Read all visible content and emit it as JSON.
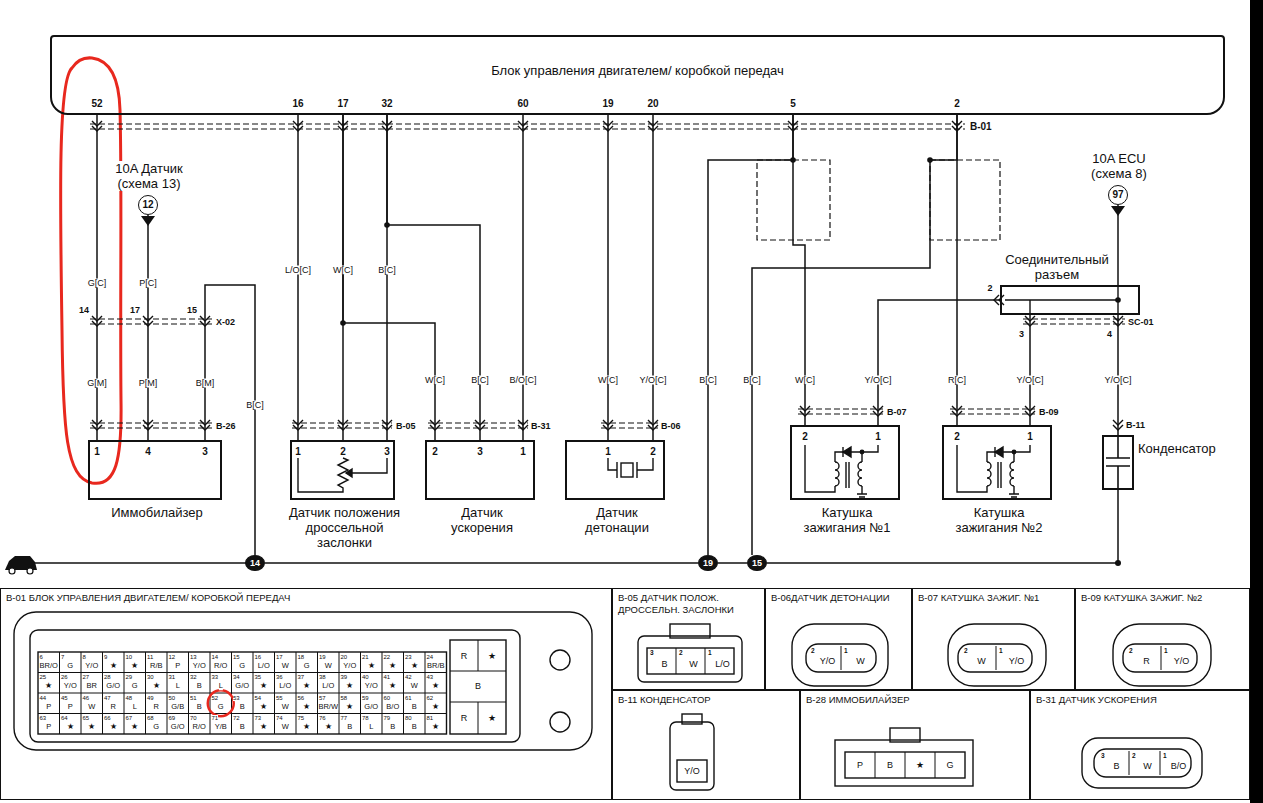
{
  "diagram": {
    "nodes": [
      {
        "text": [
          "Блок управления двигателем/ коробкой передач"
        ]
      },
      {
        "text": [
          "10A Датчик (схема 13)",
          "12"
        ]
      },
      {
        "text": [
          "Иммобилайзер"
        ]
      },
      {
        "text": [
          "Датчик положения дроссельной заслонки"
        ]
      },
      {
        "text": [
          "Датчик ускорения"
        ]
      },
      {
        "text": [
          "Датчик детонации"
        ]
      },
      {
        "text": [
          "Катушка зажигания №1"
        ]
      },
      {
        "text": [
          "Катушка зажигания №2"
        ]
      },
      {
        "text": [
          "Соединительный разъем"
        ]
      },
      {
        "text": [
          "10A ECU (схема 8)",
          "97"
        ]
      },
      {
        "text": [
          "Конденсатор"
        ]
      },
      {
        "text": [
          "14"
        ]
      },
      {
        "text": [
          "19"
        ]
      },
      {
        "text": [
          "15"
        ]
      },
      {
        "text": [
          "B-01 БЛОК УПРАВЛЕНИЯ ДВИГАТЕЛЕМ/ КОРОБКОЙ ПЕРЕДАЧ"
        ]
      },
      {
        "text": [
          "B-05 ДАТЧИК ПОЛОЖ. ДРОССЕЛЬН. ЗАСЛОНКИ"
        ]
      },
      {
        "text": [
          "B-06ДАТЧИК ДЕТОНАЦИИ"
        ]
      },
      {
        "text": [
          "B-07 КАТУШКА ЗАЖИГ. №1"
        ]
      },
      {
        "text": [
          "B-09 КАТУШКА ЗАЖИГ. №2"
        ]
      },
      {
        "text": [
          "B-11 КОНДЕНСАТОР"
        ]
      },
      {
        "text": [
          "B-28 ИММОБИЛАЙЗЕР"
        ]
      },
      {
        "text": [
          "B-31 ДАТЧИК УСКОРЕНИЯ"
        ]
      }
    ],
    "edges": [
      {
        "from": 0,
        "to": 2,
        "arrow": "none"
      },
      {
        "from": 1,
        "to": 2,
        "arrow": "none"
      },
      {
        "from": 2,
        "to": 11,
        "arrow": "none"
      },
      {
        "from": 0,
        "to": 3,
        "arrow": "none"
      },
      {
        "from": 0,
        "to": 3,
        "arrow": "none"
      },
      {
        "from": 0,
        "to": 3,
        "arrow": "none"
      },
      {
        "from": 0,
        "to": 4,
        "arrow": "none"
      },
      {
        "from": 0,
        "to": 4,
        "arrow": "none"
      },
      {
        "from": 0,
        "to": 4,
        "arrow": "none"
      },
      {
        "from": 0,
        "to": 5,
        "arrow": "none"
      },
      {
        "from": 0,
        "to": 5,
        "arrow": "none"
      },
      {
        "from": 0,
        "to": 6,
        "arrow": "none"
      },
      {
        "from": 0,
        "to": 7,
        "arrow": "none"
      },
      {
        "from": 0,
        "to": 12,
        "arrow": "none"
      },
      {
        "from": 0,
        "to": 13,
        "arrow": "none"
      },
      {
        "from": 9,
        "to": 8,
        "arrow": "none"
      },
      {
        "from": 8,
        "to": 6,
        "arrow": "none"
      },
      {
        "from": 8,
        "to": 7,
        "arrow": "none"
      },
      {
        "from": 8,
        "to": 10,
        "arrow": "none"
      },
      {
        "from": 11,
        "to": 12,
        "arrow": "none"
      },
      {
        "from": 12,
        "to": 13,
        "arrow": "none"
      },
      {
        "from": 13,
        "to": 10,
        "arrow": "none"
      }
    ],
    "labels": [
      "52",
      "16",
      "17",
      "32",
      "60",
      "19",
      "20",
      "5",
      "2",
      "B-01",
      "G[C]",
      "14",
      "G[M]",
      "P[C]",
      "17",
      "P[M]",
      "15",
      "X-02",
      "B[M]",
      "B[C]",
      "B-26",
      "1",
      "4",
      "3",
      "L/O[C]",
      "W[C]",
      "B[C]",
      "1",
      "2",
      "3",
      "B-05",
      "W[C]",
      "B[C]",
      "B/O[C]",
      "2",
      "3",
      "1",
      "B-31",
      "W[C]",
      "Y/O[C]",
      "1",
      "2",
      "B-06",
      "B[C]",
      "B[C]",
      "W[C]",
      "Y/O[C]",
      "2",
      "1",
      "B-07",
      "R[C]",
      "Y/O[C]",
      "2",
      "1",
      "B-09",
      "2",
      "3",
      "4",
      "SC-01",
      "Y/O[C]",
      "B-11",
      "3",
      "B",
      "2",
      "W",
      "1",
      "L/O",
      "2",
      "Y/O",
      "1",
      "W",
      "2",
      "W",
      "1",
      "Y/O",
      "2",
      "R",
      "1",
      "Y/O",
      "Y/O",
      "P",
      "B",
      "★",
      "G",
      "3",
      "B",
      "2",
      "W",
      "1",
      "B/O",
      "6",
      "BR/O",
      "7",
      "G",
      "8",
      "Y/O",
      "9",
      "★",
      "10",
      "★",
      "11",
      "R/B",
      "12",
      "P",
      "13",
      "Y/O",
      "14",
      "R/O",
      "15",
      "G",
      "16",
      "L/O",
      "17",
      "W",
      "18",
      "G",
      "19",
      "W",
      "20",
      "Y/O",
      "21",
      "★",
      "22",
      "★",
      "23",
      "★",
      "24",
      "BR/B",
      "25",
      "★",
      "26",
      "Y/O",
      "27",
      "BR",
      "28",
      "G/O",
      "29",
      "G",
      "30",
      "★",
      "31",
      "L",
      "32",
      "B",
      "33",
      "L",
      "34",
      "G/O",
      "35",
      "★",
      "36",
      "L/O",
      "37",
      "★",
      "38",
      "L/O",
      "39",
      "★",
      "40",
      "Y/O",
      "41",
      "★",
      "42",
      "W",
      "43",
      "★",
      "44",
      "P",
      "45",
      "P",
      "46",
      "W",
      "47",
      "R",
      "48",
      "L",
      "49",
      "R",
      "50",
      "G/B",
      "51",
      "B",
      "52",
      "G",
      "53",
      "B",
      "54",
      "★",
      "55",
      "W",
      "56",
      "★",
      "57",
      "BR/W",
      "58",
      "★",
      "59",
      "G/O",
      "60",
      "B/O",
      "61",
      "B",
      "62",
      "★",
      "63",
      "P",
      "64",
      "★",
      "65",
      "★",
      "66",
      "★",
      "67",
      "★",
      "68",
      "G",
      "69",
      "G/O",
      "70",
      "R/O",
      "71",
      "Y/B",
      "72",
      "B",
      "73",
      "★",
      "74",
      "W",
      "75",
      "★",
      "76",
      "★",
      "77",
      "B",
      "78",
      "L",
      "79",
      "B",
      "80",
      "B",
      "81",
      "★",
      "R",
      "★",
      "B",
      "R",
      "★"
    ]
  }
}
